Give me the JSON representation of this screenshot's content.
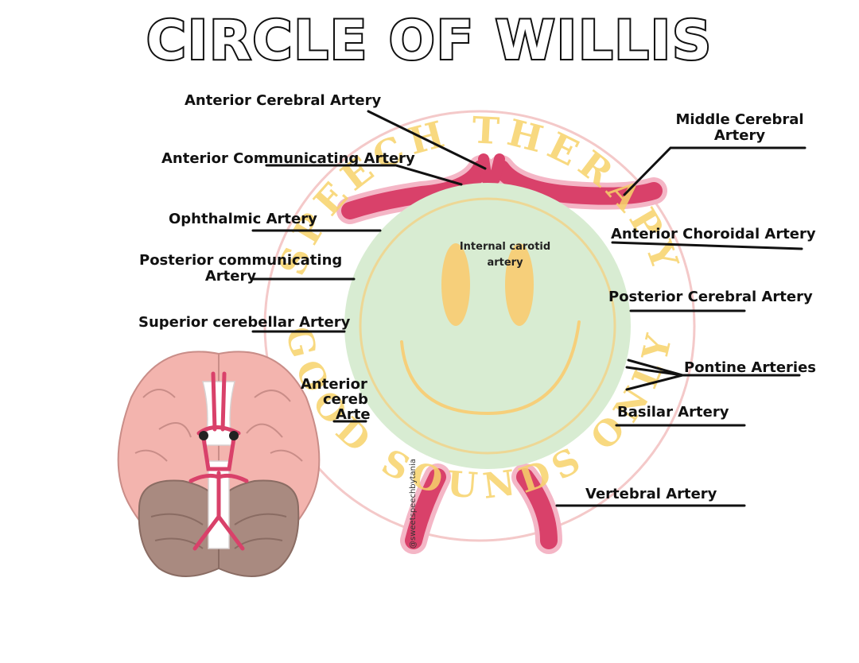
{
  "title": "CIRCLE OF WILLIS",
  "labels": {
    "anterior_cerebral": "Anterior Cerebral Artery",
    "anterior_communicating": "Anterior Communicating Artery",
    "ophthalmic": "Ophthalmic Artery",
    "posterior_communicating_1": "Posterior communicating",
    "posterior_communicating_2": "Artery",
    "superior_cerebellar": "Superior cerebellar Artery",
    "anterior_inferior_1": "Anterior",
    "anterior_inferior_2": "cereb",
    "anterior_inferior_3": "Arte",
    "middle_cerebral_1": "Middle Cerebral",
    "middle_cerebral_2": "Artery",
    "anterior_choroidal": "Anterior Choroidal Artery",
    "internal_carotid_1": "Internal carotid",
    "internal_carotid_2": "artery",
    "posterior_cerebral": "Posterior Cerebral Artery",
    "pontine": "Pontine Arteries",
    "basilar": "Basilar Artery",
    "vertebral": "Vertebral Artery"
  },
  "watermark": {
    "top_text": "SPEECH THERAPY",
    "bottom_text": "GOOD SOUNDS ONLY",
    "handle": "@sweetspeechbytania"
  },
  "colors": {
    "artery": "#d9416a",
    "artery_outline": "#f4b6c6",
    "smiley_face": "#d8ecd2",
    "smiley_features": "#f6cf7a",
    "brain": "#f3b4ae",
    "cerebellum": "#a98a80",
    "watermark_text": "#f7d36b",
    "line": "#111111"
  }
}
